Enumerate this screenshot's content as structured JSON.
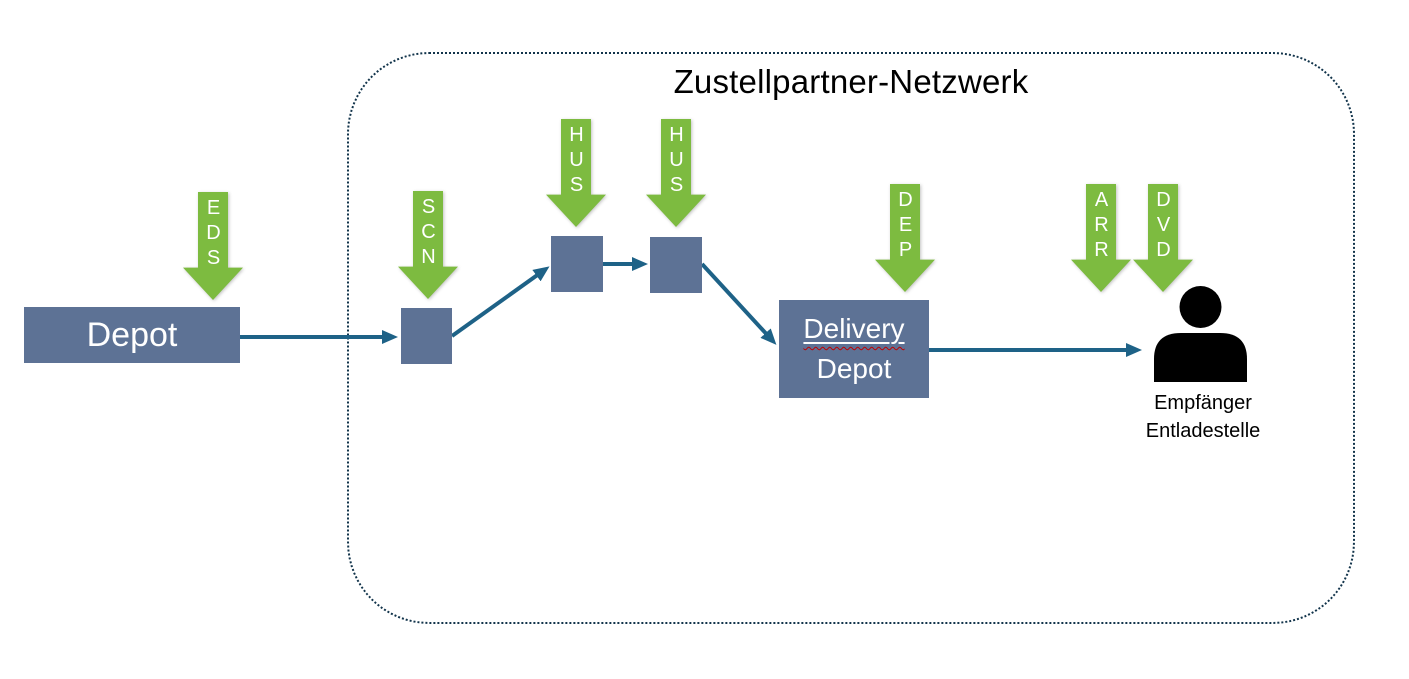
{
  "diagram": {
    "title": "Zustellpartner-Netzwerk",
    "nodes": {
      "depot": {
        "label": "Depot"
      },
      "delivery_depot": {
        "line1": "Delivery",
        "line2": "Depot"
      },
      "recipient": {
        "line1": "Empfänger",
        "line2": "Entladestelle"
      }
    },
    "event_arrows": [
      {
        "id": "eds",
        "label": "EDS"
      },
      {
        "id": "scn",
        "label": "SCN"
      },
      {
        "id": "hus-1",
        "label": "HUS"
      },
      {
        "id": "hus-2",
        "label": "HUS"
      },
      {
        "id": "dep",
        "label": "DEP"
      },
      {
        "id": "arr",
        "label": "ARR"
      },
      {
        "id": "dvd",
        "label": "DVD"
      }
    ],
    "colors": {
      "arrow_green": "#7DBB40",
      "node_blue": "#5D7295",
      "connector_teal": "#1E6287",
      "boundary_navy": "#12344B",
      "spell_red": "#C00000",
      "text_white": "#FFFFFF",
      "text_black": "#000000"
    }
  }
}
